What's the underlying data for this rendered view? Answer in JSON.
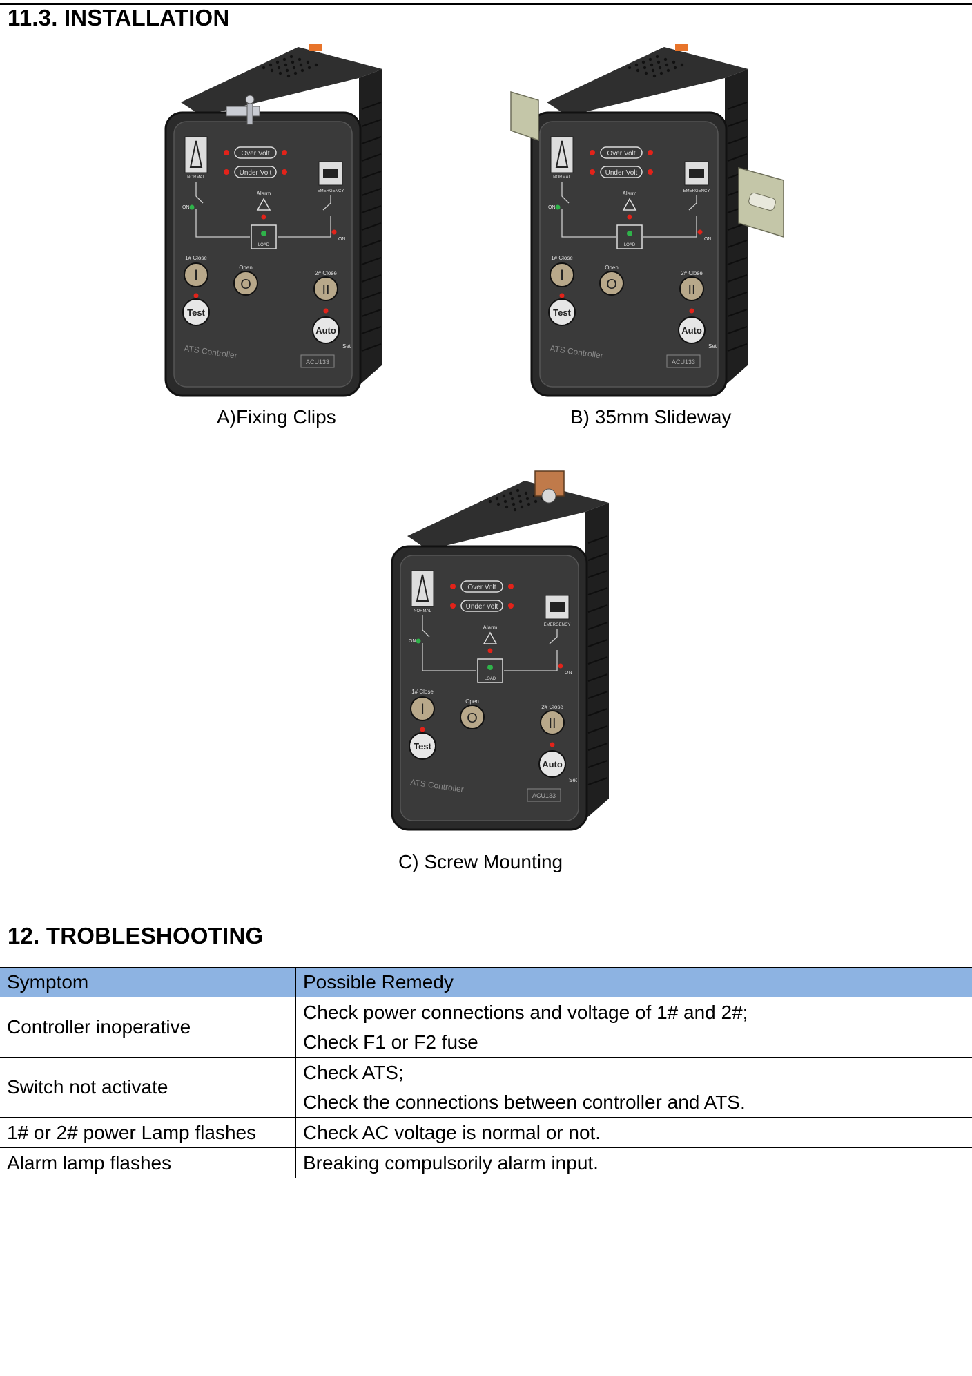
{
  "installation": {
    "heading": "11.3. INSTALLATION",
    "figures": [
      {
        "caption": "A)Fixing Clips",
        "mount": "fixing-clips"
      },
      {
        "caption": "B) 35mm Slideway",
        "mount": "din-rail"
      },
      {
        "caption": "C) Screw Mounting",
        "mount": "screw"
      }
    ],
    "panel": {
      "normal": "NORMAL",
      "emergency": "EMERGENCY",
      "over_volt": "Over Volt",
      "under_volt": "Under Volt",
      "alarm": "Alarm",
      "on": "ON",
      "load": "LOAD",
      "close1": "1# Close",
      "open": "Open",
      "close2": "2# Close",
      "btn1": "I",
      "btn0": "O",
      "btn2": "II",
      "test": "Test",
      "auto": "Auto",
      "set": "Set",
      "brand": "ATS Controller",
      "model": "ACU133"
    }
  },
  "troubleshooting": {
    "heading": "12.  TROBLESHOOTING",
    "columns": [
      "Symptom",
      "Possible Remedy"
    ],
    "rows": [
      {
        "symptom": "Controller inoperative",
        "remedy": [
          "Check power connections and voltage of 1# and 2#;",
          "Check F1 or F2 fuse"
        ]
      },
      {
        "symptom": "Switch not activate",
        "remedy": [
          "Check ATS;",
          "Check the connections between controller and ATS."
        ]
      },
      {
        "symptom": "1# or 2# power Lamp flashes",
        "remedy": [
          "Check AC voltage is normal or not."
        ]
      },
      {
        "symptom": "Alarm lamp flashes",
        "remedy": [
          "Breaking compulsorily alarm input."
        ]
      }
    ]
  },
  "colors": {
    "header_fill": "#8db3e2",
    "device_body": "#2a2a2a",
    "panel_face": "#3a3a3a",
    "led_red": "#e2231a",
    "led_green": "#2fb34a"
  }
}
